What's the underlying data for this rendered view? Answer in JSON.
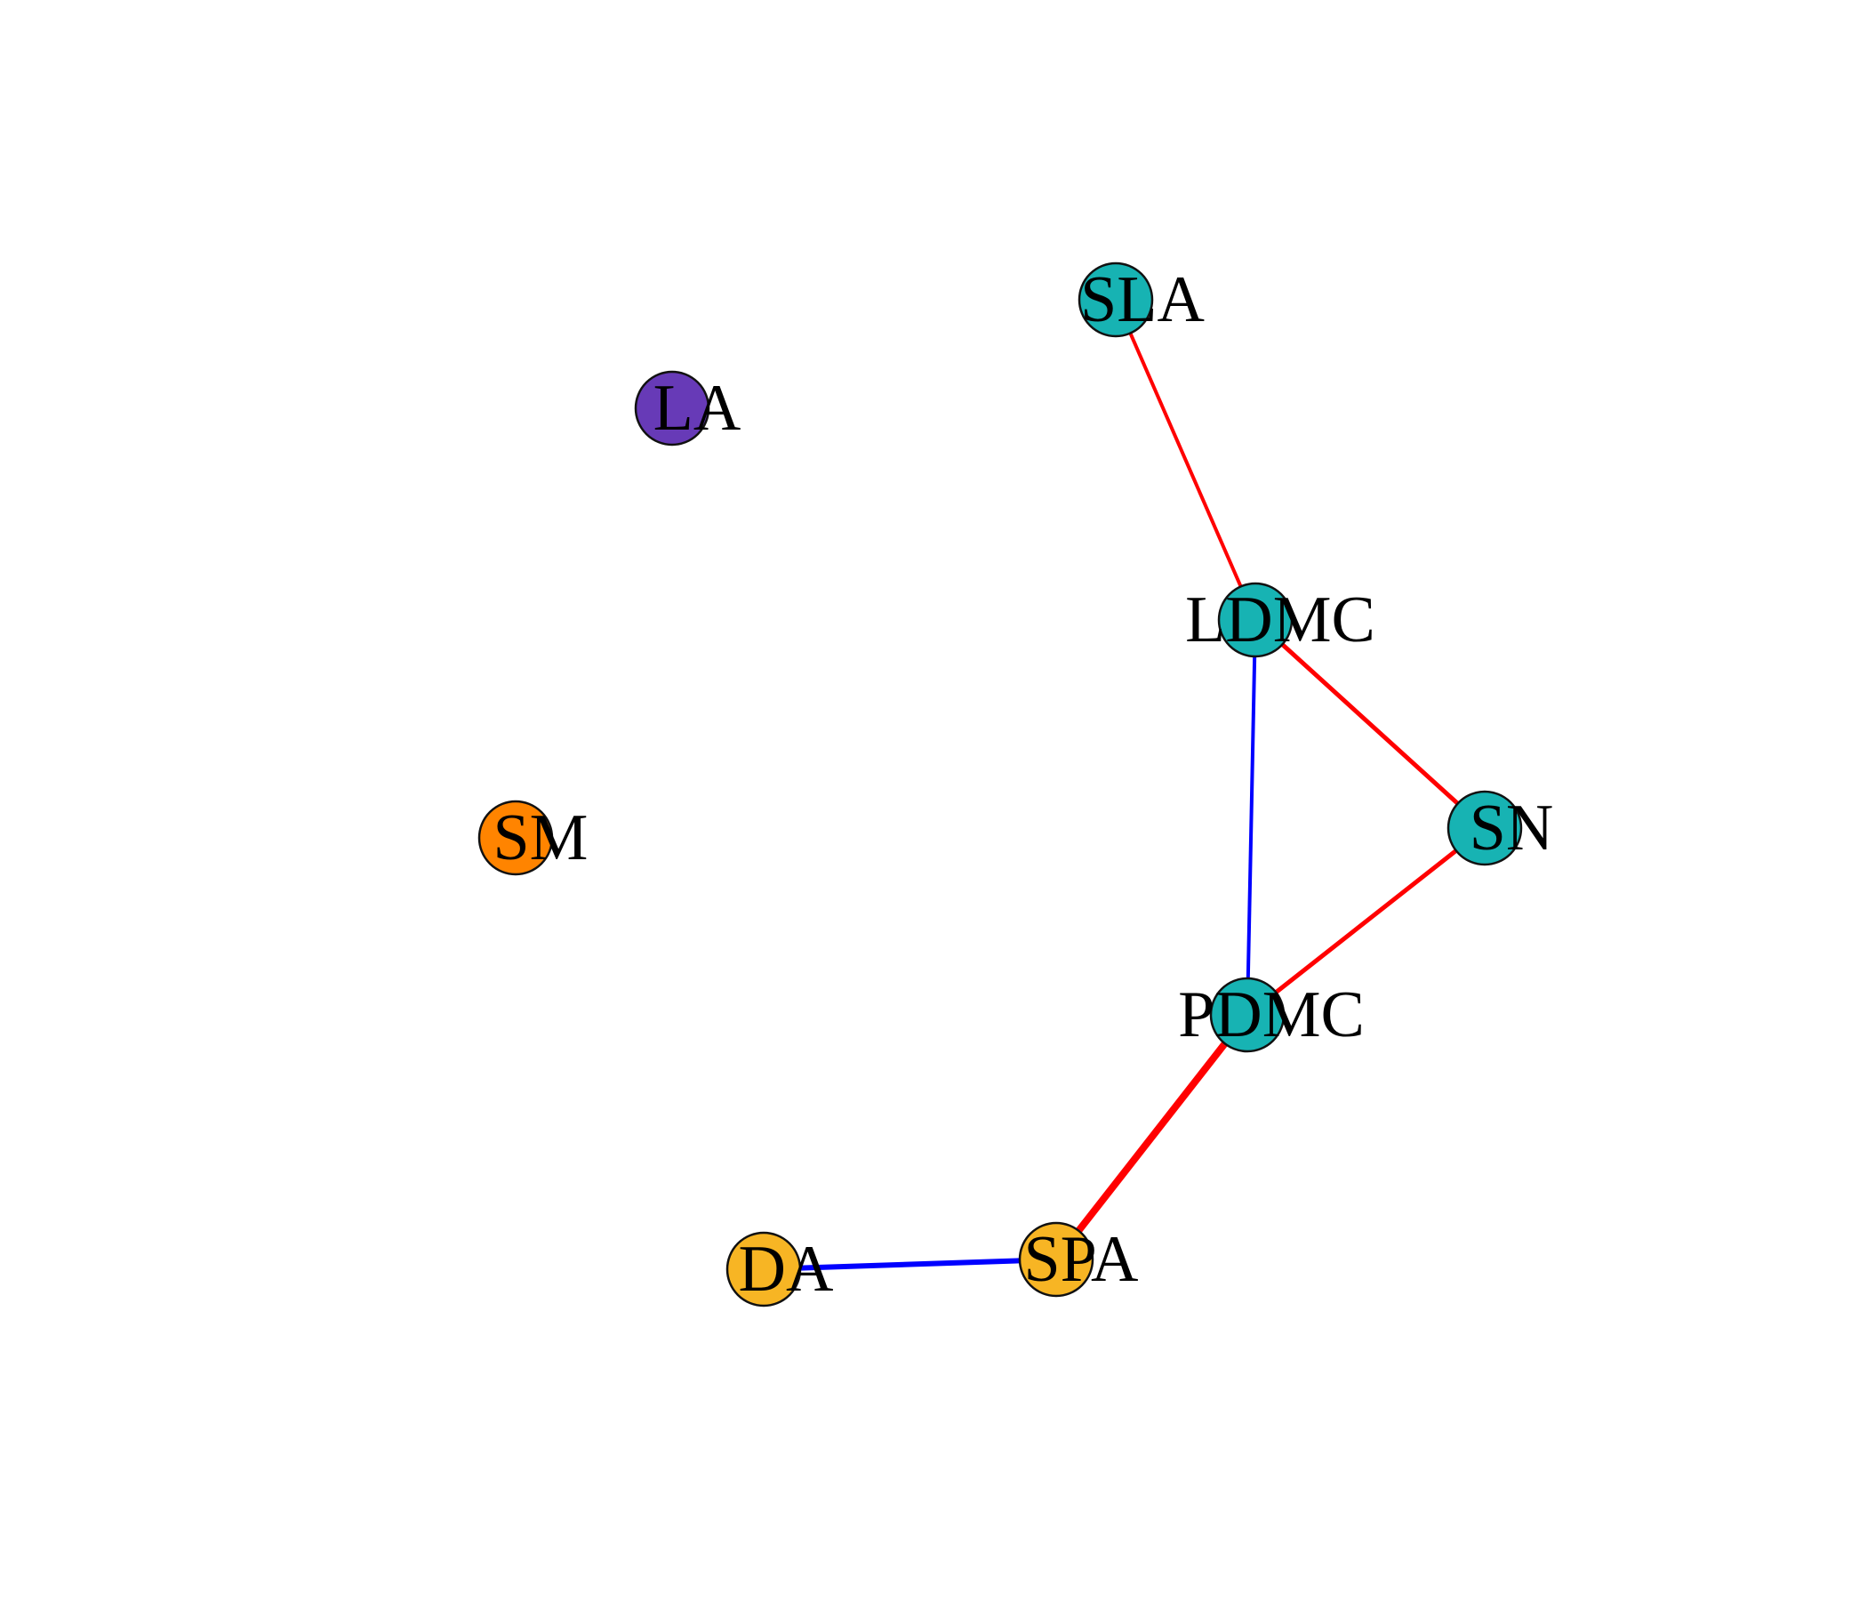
{
  "diagram": {
    "nodes": [
      {
        "id": "SLA",
        "label": "SLA",
        "color": "#17b3b3"
      },
      {
        "id": "LA",
        "label": "LA",
        "color": "#673ab7"
      },
      {
        "id": "LDMC",
        "label": "LDMC",
        "color": "#17b3b3"
      },
      {
        "id": "SM",
        "label": "SM",
        "color": "#ff8400"
      },
      {
        "id": "SN",
        "label": "SN",
        "color": "#17b3b3"
      },
      {
        "id": "PDMC",
        "label": "PDMC",
        "color": "#17b3b3"
      },
      {
        "id": "DA",
        "label": "DA",
        "color": "#f7b524"
      },
      {
        "id": "SPA",
        "label": "SPA",
        "color": "#f7b524"
      }
    ],
    "edges": [
      {
        "source": "SLA",
        "target": "LDMC",
        "color": "#ff0000",
        "sign": "positive"
      },
      {
        "source": "LDMC",
        "target": "SN",
        "color": "#ff0000",
        "sign": "positive"
      },
      {
        "source": "LDMC",
        "target": "PDMC",
        "color": "#0000ff",
        "sign": "negative"
      },
      {
        "source": "SN",
        "target": "PDMC",
        "color": "#ff0000",
        "sign": "positive"
      },
      {
        "source": "PDMC",
        "target": "SPA",
        "color": "#ff0000",
        "sign": "positive"
      },
      {
        "source": "DA",
        "target": "SPA",
        "color": "#0000ff",
        "sign": "negative"
      }
    ]
  }
}
